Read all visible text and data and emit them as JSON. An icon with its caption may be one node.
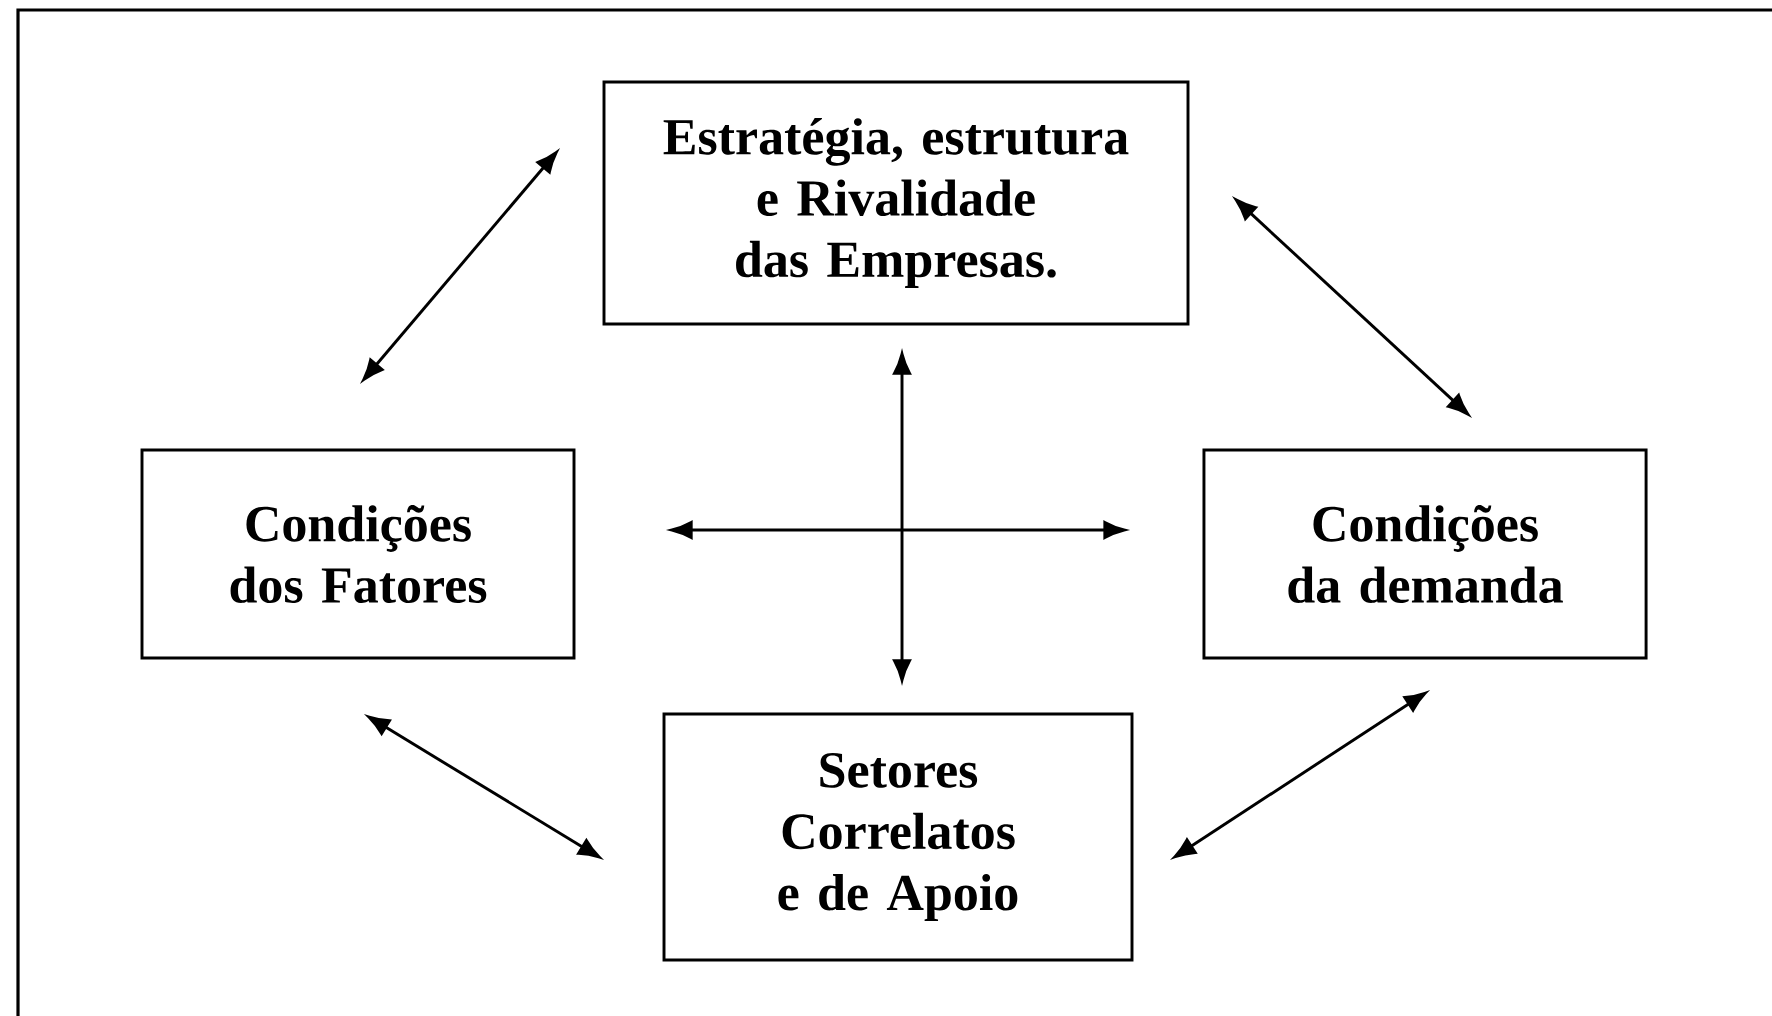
{
  "diagram": {
    "nodes": [
      {
        "text": [
          "Estratégia, estrutura e Rivalidade das Empresas."
        ]
      },
      {
        "text": [
          "Condições dos Fatores"
        ]
      },
      {
        "text": [
          "Condições da demanda"
        ]
      },
      {
        "text": [
          "Setores Correlatos e de Apoio"
        ]
      }
    ],
    "edges": [
      {
        "from": 1,
        "to": 0,
        "arrow": "both"
      },
      {
        "from": 0,
        "to": 2,
        "arrow": "both"
      },
      {
        "from": 1,
        "to": 2,
        "arrow": "both"
      },
      {
        "from": 0,
        "to": 3,
        "arrow": "both"
      },
      {
        "from": 1,
        "to": 3,
        "arrow": "both"
      },
      {
        "from": 3,
        "to": 2,
        "arrow": "both"
      }
    ]
  }
}
